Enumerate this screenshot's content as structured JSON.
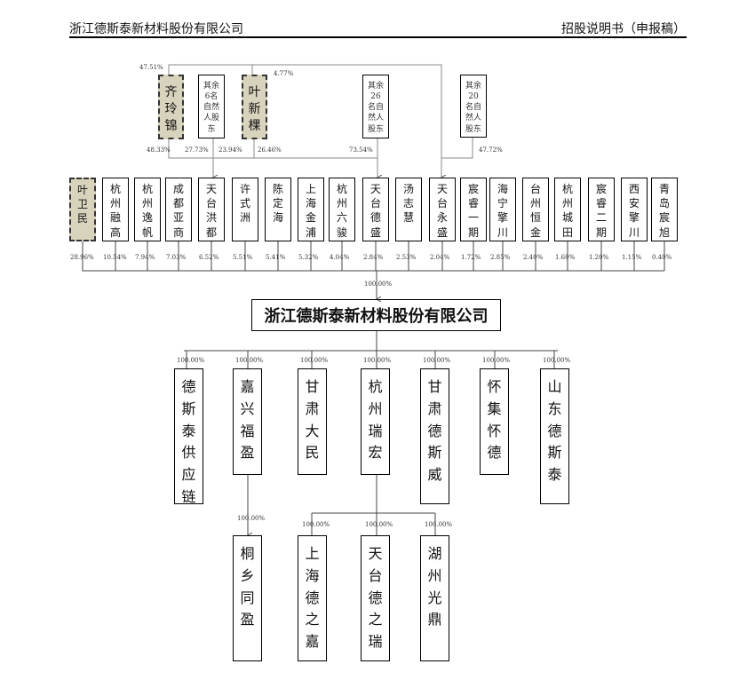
{
  "header": {
    "company": "浙江德斯泰新材料股份有限公司",
    "doc": "招股说明书（申报稿）"
  },
  "upper_holders": [
    {
      "name": "齐玲锦",
      "type": "controller"
    },
    {
      "name": "其余6名自然人股东",
      "type": "natural"
    },
    {
      "name": "叶新棵",
      "type": "controller"
    },
    {
      "name": "其余26名自然人股东",
      "type": "natural"
    },
    {
      "name": "其余20名自然人股东",
      "type": "natural"
    }
  ],
  "upper_pcts": [
    "47.51%",
    "4.77%",
    "48.33%",
    "27.73%",
    "23.94%",
    "26.46%",
    "73.54%",
    "47.72%"
  ],
  "shareholders": [
    {
      "name": "叶卫民",
      "pct": "28.96%"
    },
    {
      "name": "杭州融高",
      "pct": "10.54%"
    },
    {
      "name": "杭州逸帆",
      "pct": "7.94%"
    },
    {
      "name": "成都亚商",
      "pct": "7.03%"
    },
    {
      "name": "天台洪都",
      "pct": "6.52%"
    },
    {
      "name": "许式洲",
      "pct": "5.51%"
    },
    {
      "name": "陈定海",
      "pct": "5.41%"
    },
    {
      "name": "上海金浦",
      "pct": "5.32%"
    },
    {
      "name": "杭州六骏",
      "pct": "4.04%"
    },
    {
      "name": "天台德盛",
      "pct": "2.84%"
    },
    {
      "name": "汤志慧",
      "pct": "2.53%"
    },
    {
      "name": "天台永盛",
      "pct": "2.04%"
    },
    {
      "name": "宸睿一期",
      "pct": "1.72%"
    },
    {
      "name": "海宁擎川",
      "pct": "2.85%"
    },
    {
      "name": "台州恒金",
      "pct": "2.40%"
    },
    {
      "name": "杭州城田",
      "pct": "1.60%"
    },
    {
      "name": "宸睿二期",
      "pct": "1.20%"
    },
    {
      "name": "西安擎川",
      "pct": "1.15%"
    },
    {
      "name": "青岛宸旭",
      "pct": "0.40%"
    }
  ],
  "company": {
    "name": "浙江德斯泰新材料股份有限公司",
    "pct": "100.00%"
  },
  "subsidiaries": [
    {
      "name": "德斯泰供应链",
      "pct": "100.00%"
    },
    {
      "name": "嘉兴福盈",
      "pct": "100.00%"
    },
    {
      "name": "甘肃大民",
      "pct": "100.00%"
    },
    {
      "name": "杭州瑞宏",
      "pct": "100.00%"
    },
    {
      "name": "甘肃德斯威",
      "pct": "100.00%"
    },
    {
      "name": "怀集怀德",
      "pct": "100.00%"
    },
    {
      "name": "山东德斯泰",
      "pct": "100.00%"
    }
  ],
  "second_level": [
    {
      "name": "桐乡同盈",
      "pct": "100.00%"
    },
    {
      "name": "上海德之嘉",
      "pct": "100.00%"
    },
    {
      "name": "天台德之瑞",
      "pct": "100.00%"
    },
    {
      "name": "湖州光鼎",
      "pct": "100.00%"
    }
  ]
}
